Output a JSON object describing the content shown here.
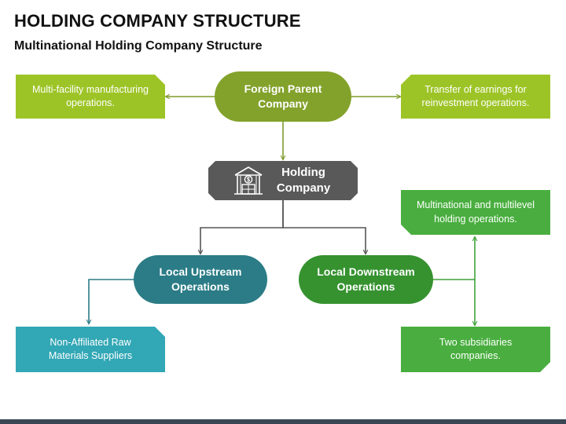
{
  "header": {
    "title": "HOLDING COMPANY STRUCTURE",
    "subtitle": "Multinational Holding Company Structure"
  },
  "nodes": {
    "foreign_parent": "Foreign Parent Company",
    "holding": "Holding Company",
    "local_upstream": "Local Upstream Operations",
    "local_downstream": "Local Downstream Operations",
    "multi_facility": "Multi-facility manufacturing operations.",
    "transfer_earnings": "Transfer of earnings for reinvestment operations.",
    "multinational_multilevel": "Multinational and multilevel holding operations.",
    "non_affiliated": "Non-Affiliated Raw Materials Suppliers",
    "two_subsidiaries": "Two subsidiaries companies."
  },
  "icons": {
    "holding": "warehouse-bank-icon"
  },
  "colors": {
    "olive": "#83a22b",
    "lime": "#9dc427",
    "holding_gray": "#595959",
    "teal": "#2b7c86",
    "teal_note": "#32a7b5",
    "green": "#35922f",
    "green_note": "#49ae3f",
    "connector_olive": "#7f9c2a",
    "connector_gray": "#555555",
    "connector_teal": "#2b7c86",
    "connector_green": "#3ea13a"
  }
}
